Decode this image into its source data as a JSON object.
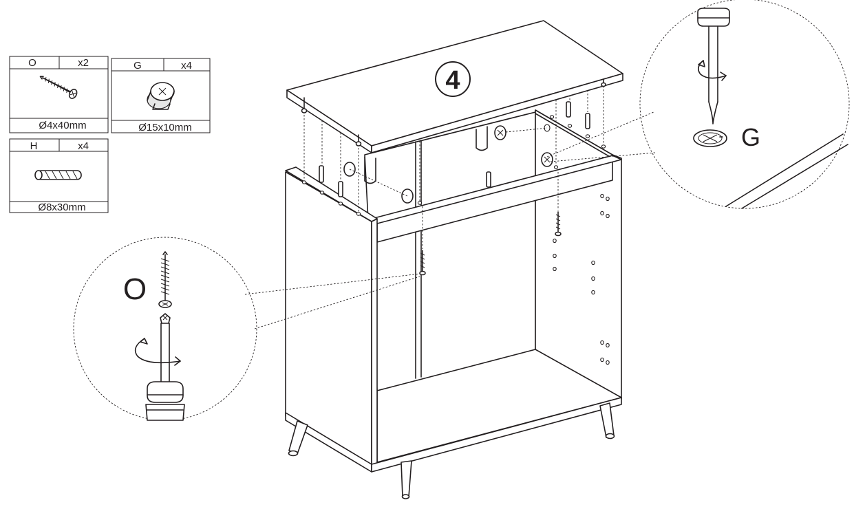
{
  "step": {
    "number": "4"
  },
  "parts": [
    {
      "id": "O",
      "letter": "O",
      "qty": "x2",
      "size": "Ø4x40mm",
      "icon": "screw-icon"
    },
    {
      "id": "G",
      "letter": "G",
      "qty": "x4",
      "size": "Ø15x10mm",
      "icon": "cam-lock-icon"
    },
    {
      "id": "H",
      "letter": "H",
      "qty": "x4",
      "size": "Ø8x30mm",
      "icon": "wooden-dowel-icon"
    }
  ],
  "callouts": {
    "screw": {
      "label": "O",
      "icon": "screwdriver-icon"
    },
    "cam": {
      "label": "G",
      "icon": "screwdriver-icon"
    }
  },
  "colors": {
    "line": "#231f20",
    "background": "#ffffff",
    "fill": "#e6e6e6"
  }
}
